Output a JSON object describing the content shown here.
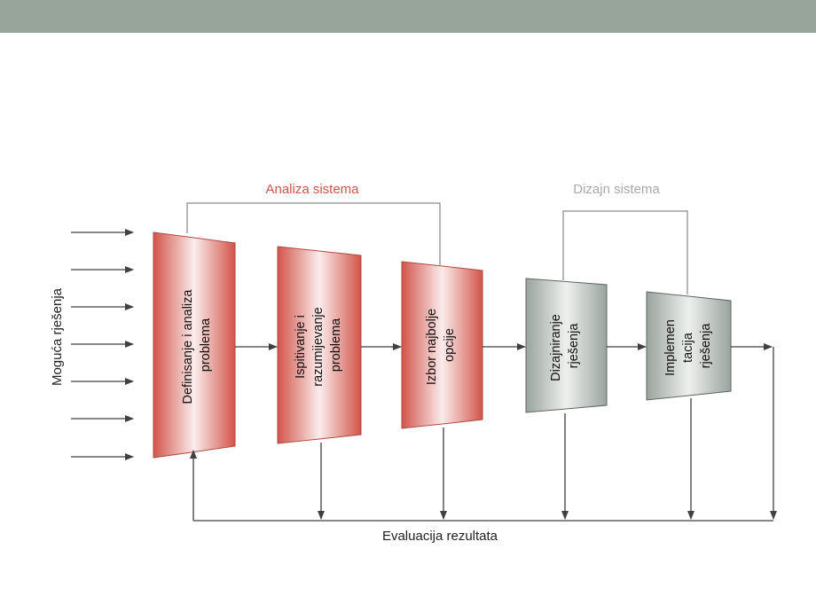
{
  "header": {
    "band_color": "#98a59a"
  },
  "diagram": {
    "input_label": "Moguća rješenja",
    "group_analysis": {
      "label": "Analiza sistema",
      "color": "#d2544a"
    },
    "group_design": {
      "label": "Dizajn sistema",
      "color": "#a9a9a9"
    },
    "stages": [
      {
        "lines": [
          "Definisanje i analiza",
          "problema"
        ],
        "fill": "red"
      },
      {
        "lines": [
          "Ispitivanje i",
          "razumijevanje",
          "problema"
        ],
        "fill": "red"
      },
      {
        "lines": [
          "Izbor najbolje",
          "opcije"
        ],
        "fill": "red"
      },
      {
        "lines": [
          "Dizajniranje",
          "rješenja"
        ],
        "fill": "gray"
      },
      {
        "lines": [
          "Implemen",
          "tacija",
          "rješenja"
        ],
        "fill": "gray"
      }
    ],
    "feedback_label": "Evaluacija rezultata",
    "colors": {
      "red_dark": "#d2544a",
      "red_light": "#fbeceb",
      "gray_dark": "#9aa39d",
      "gray_light": "#e9ecea",
      "line": "#404040"
    }
  }
}
